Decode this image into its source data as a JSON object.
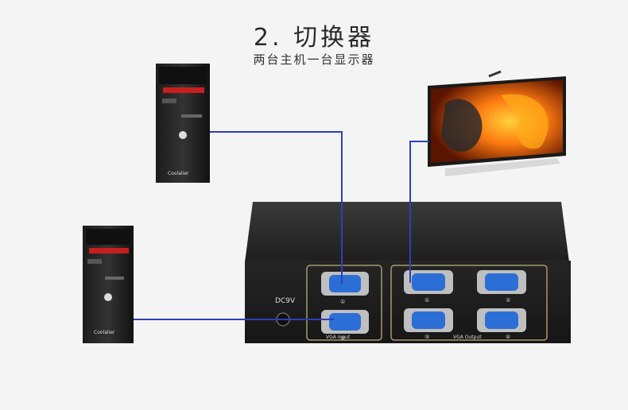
{
  "header": {
    "title": "2. 切换器",
    "subtitle": "两台主机一台显示器"
  },
  "switch_box": {
    "power_label": "DC9V",
    "input_label": "VGA Input",
    "output_label": "VGA Output",
    "input_port_numbers": [
      "①",
      "②"
    ],
    "output_port_numbers": [
      "①",
      "②",
      "③",
      "④"
    ]
  },
  "computer_brand": "Coolalier",
  "colors": {
    "cable": "#2f3fb8",
    "box": "#2a2a2a",
    "port_blue": "#2b6fd6",
    "tower_red": "#c81e1e"
  }
}
